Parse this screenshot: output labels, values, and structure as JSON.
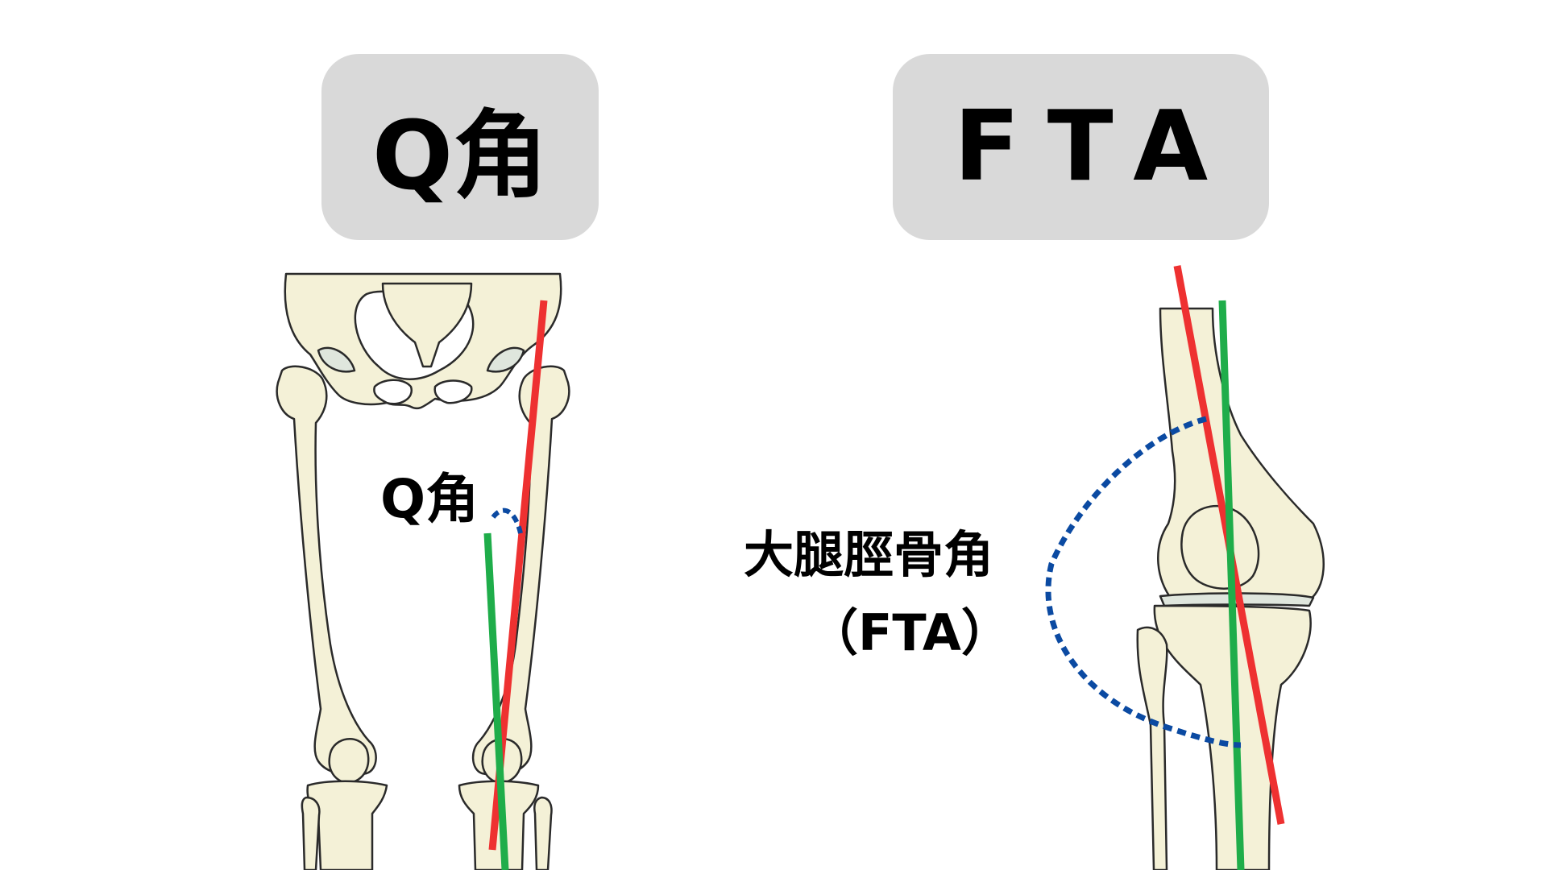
{
  "titles": {
    "left": "Q角",
    "right": "FTA"
  },
  "labels": {
    "q_angle": "Q角",
    "fta_name": "大腿脛骨角",
    "fta_abbrev": "（FTA）"
  },
  "colors": {
    "title_box": "#d9d9d9",
    "bone_fill": "#f4f1d7",
    "bone_outline": "#2a2a2a",
    "red_line": "#ee3131",
    "green_line": "#1fad4a",
    "angle_marker": "#0b4aa2"
  }
}
